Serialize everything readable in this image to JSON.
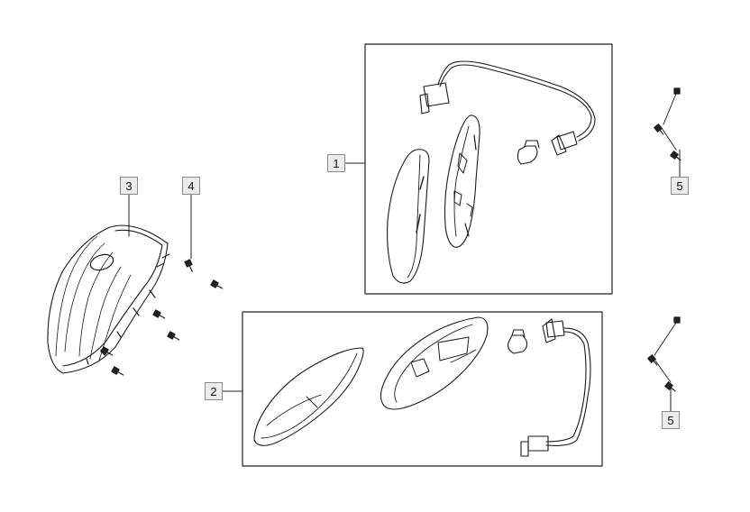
{
  "callouts": {
    "front_cover": "3",
    "screws_cover": "4",
    "right_indicator": "1",
    "left_indicator": "2",
    "screws_upper": "5",
    "screws_lower": "5"
  },
  "colors": {
    "line": "#1a1a1a",
    "label_fill": "#ececec",
    "label_border": "#8a8a8a"
  }
}
